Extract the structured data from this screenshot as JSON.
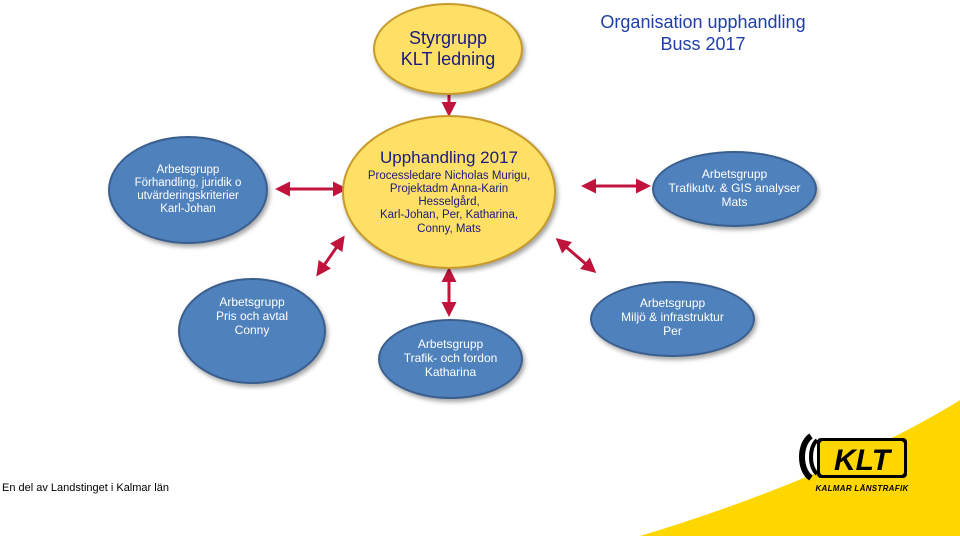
{
  "title": {
    "line1": "Organisation upphandling",
    "line2": "Buss 2017"
  },
  "styrgrupp": {
    "line1": "Styrgrupp",
    "line2": "KLT ledning"
  },
  "center": {
    "heading": "Upphandling 2017",
    "lines": [
      "Processledare Nicholas Murigu,",
      "Projektadm Anna-Karin",
      "Hesselgård,",
      "Karl-Johan, Per, Katharina,",
      "Conny, Mats"
    ]
  },
  "groups": {
    "forhandling": [
      "Arbetsgrupp",
      "Förhandling, juridik o",
      "utvärderingskriterier",
      "Karl-Johan"
    ],
    "trafikutv": [
      "Arbetsgrupp",
      "Trafikutv. & GIS analyser",
      "Mats"
    ],
    "pris": [
      "Arbetsgrupp",
      "Pris och avtal",
      "Conny"
    ],
    "fordon": [
      "Arbetsgrupp",
      "Trafik- och fordon",
      "Katharina"
    ],
    "miljo": [
      "Arbetsgrupp",
      "Miljö & infrastruktur",
      "Per"
    ]
  },
  "footer": "En del av Landstinget i Kalmar län",
  "logo": {
    "wordmark": "KLT",
    "subtitle": "KALMAR LÄNSTRAFIK"
  },
  "colors": {
    "blue_oval": "#4f81bd",
    "yellow_oval": "#ffe066",
    "arrow": "#c0143c",
    "title_text": "#1f3fa8",
    "swoosh": "#ffd700"
  }
}
